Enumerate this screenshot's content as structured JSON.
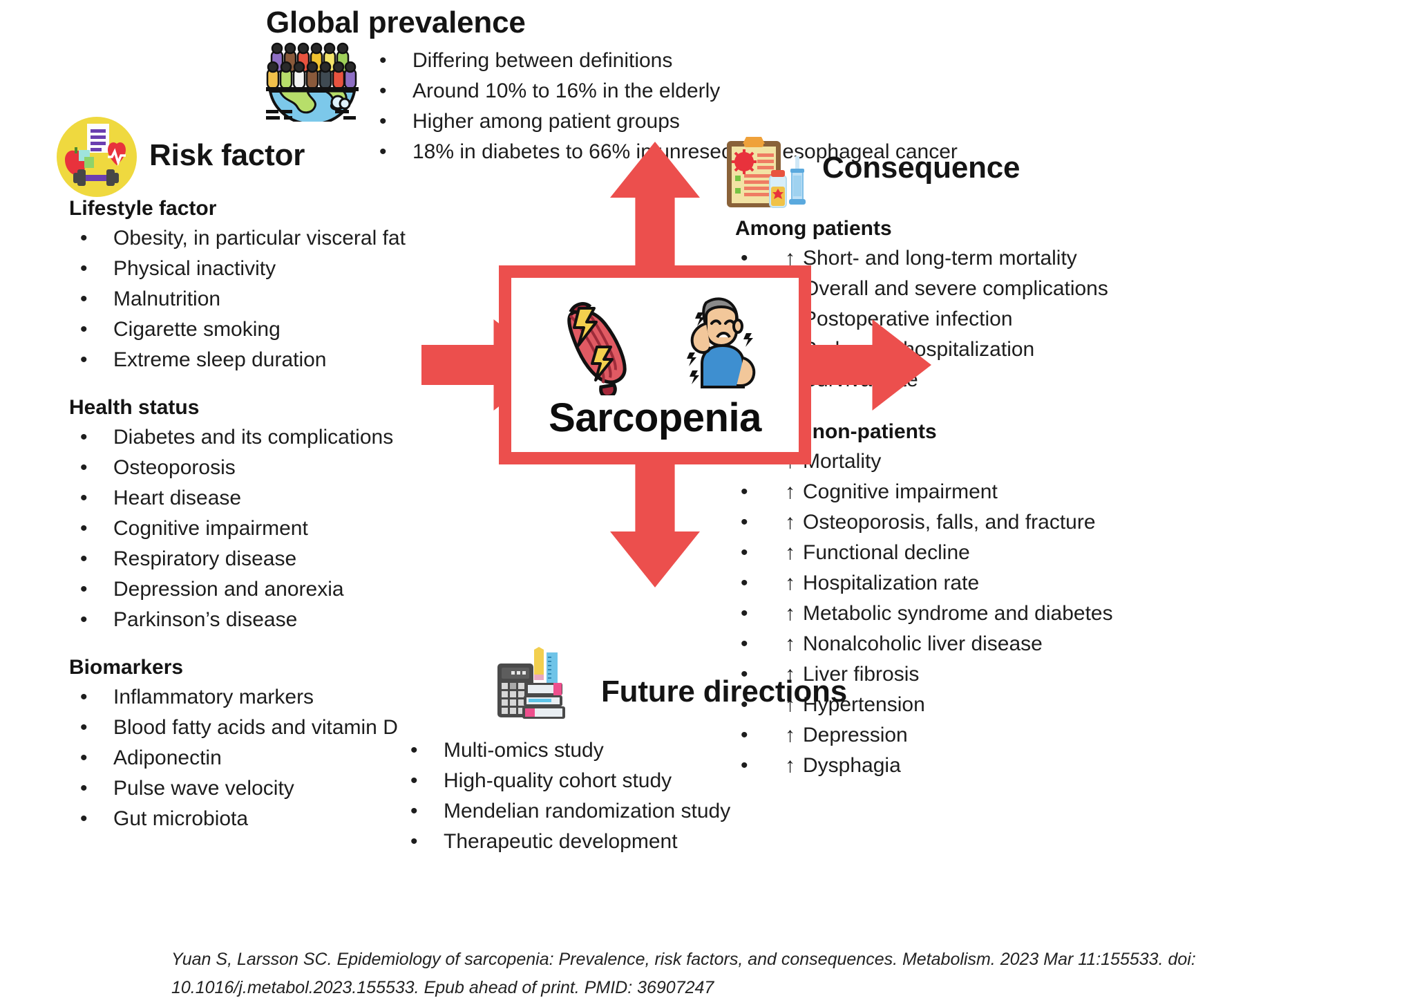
{
  "center": {
    "title": "Sarcopenia",
    "icons": [
      "muscle-lightning-icon",
      "person-in-pain-icon"
    ],
    "border_color": "#ec4f4d"
  },
  "arrows": {
    "color": "#ec4f4d",
    "up": "arrow-up",
    "down": "arrow-down",
    "left": "arrow-left",
    "right": "arrow-right"
  },
  "global_prevalence": {
    "title": "Global prevalence",
    "icon": "people-on-globe-icon",
    "items": [
      "Differing between definitions",
      "Around 10% to 16% in the elderly",
      "Higher among patient groups",
      "18% in diabetes to 66% in unresectable esophageal cancer"
    ]
  },
  "risk_factor": {
    "title": "Risk factor",
    "icon": "health-lifestyle-circle-icon",
    "icon_bg": "#efd93f",
    "groups": [
      {
        "heading": "Lifestyle factor",
        "items": [
          "Obesity, in particular visceral fat",
          "Physical inactivity",
          "Malnutrition",
          "Cigarette smoking",
          "Extreme sleep duration"
        ]
      },
      {
        "heading": "Health status",
        "items": [
          "Diabetes and its complications",
          "Osteoporosis",
          "Heart disease",
          "Cognitive impairment",
          "Respiratory disease",
          "Depression and anorexia",
          "Parkinson’s disease"
        ]
      },
      {
        "heading": "Biomarkers",
        "items": [
          "Inflammatory markers",
          "Blood fatty acids and vitamin D",
          "Adiponectin",
          "Pulse wave velocity",
          "Gut microbiota"
        ]
      }
    ]
  },
  "consequence": {
    "title": "Consequence",
    "icon": "clipboard-medicine-syringe-icon",
    "groups": [
      {
        "heading": "Among patients",
        "items": [
          {
            "arrow": "↑",
            "text": "Short- and long-term mortality"
          },
          {
            "arrow": "↑",
            "text": "Overall and severe complications"
          },
          {
            "arrow": "↑",
            "text": "Postoperative infection"
          },
          {
            "arrow": "↑",
            "text": "Prolonged hospitalization"
          },
          {
            "arrow": "↓",
            "text": "Survival rate"
          }
        ]
      },
      {
        "heading": "Among non-patients",
        "items": [
          {
            "arrow": "↑",
            "text": "Mortality"
          },
          {
            "arrow": "↑",
            "text": "Cognitive impairment"
          },
          {
            "arrow": "↑",
            "text": "Osteoporosis, falls, and fracture"
          },
          {
            "arrow": "↑",
            "text": "Functional decline"
          },
          {
            "arrow": "↑",
            "text": "Hospitalization rate"
          },
          {
            "arrow": "↑",
            "text": "Metabolic syndrome and diabetes"
          },
          {
            "arrow": "↑",
            "text": "Nonalcoholic liver disease"
          },
          {
            "arrow": "↑",
            "text": "Liver fibrosis"
          },
          {
            "arrow": "↑",
            "text": "Hypertension"
          },
          {
            "arrow": "↑",
            "text": "Depression"
          },
          {
            "arrow": "↑",
            "text": "Dysphagia"
          }
        ]
      }
    ]
  },
  "future_directions": {
    "title": "Future directions",
    "icon": "calculator-books-pencil-icon",
    "items": [
      "Multi-omics study",
      "High-quality cohort study",
      "Mendelian randomization study",
      "Therapeutic development"
    ]
  },
  "citation": {
    "line1": "Yuan S, Larsson SC. Epidemiology of sarcopenia: Prevalence, risk factors, and consequences. Metabolism. 2023 Mar 11:155533. doi:",
    "line2": "10.1016/j.metabol.2023.155533. Epub ahead of print. PMID: 36907247"
  },
  "bullet_glyph": "•"
}
